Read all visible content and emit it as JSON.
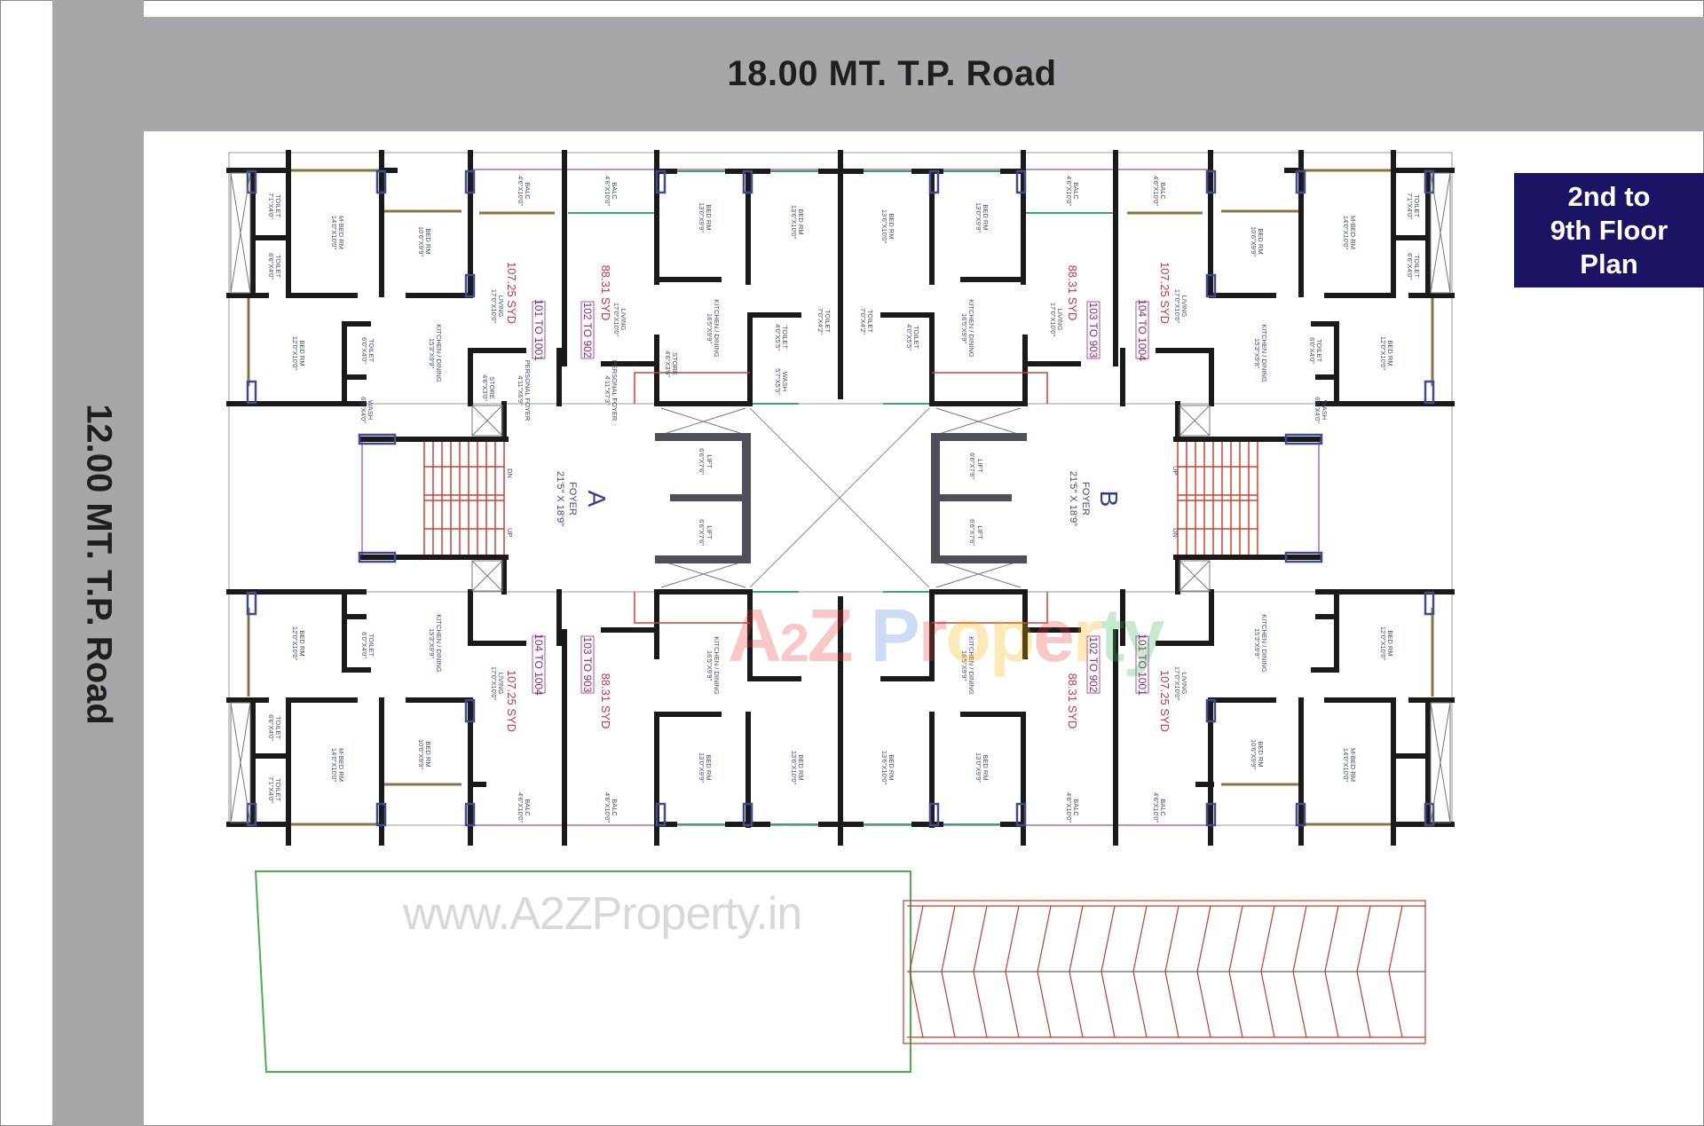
{
  "roads": {
    "top_label": "18.00 MT. T.P. Road",
    "left_label": "12.00 MT. T.P. Road",
    "color": "#a6a7aa"
  },
  "badge": {
    "line1": "2nd to",
    "line2": "9th Floor",
    "line3": "Plan",
    "color": "#1b1464"
  },
  "wings": {
    "a": {
      "letter": "A",
      "foyer_label": "FOYER",
      "foyer_size": "21'5\" X 18'9\""
    },
    "b": {
      "letter": "B",
      "foyer_label": "FOYER",
      "foyer_size": "21'5\" X 18'9\""
    }
  },
  "stairs": {
    "up": "UP",
    "down": "DN"
  },
  "lifts": {
    "label": "LIFT",
    "size": "6'6\"X7'6\""
  },
  "units": {
    "u101": {
      "range": "101 TO 1001",
      "area": "107.25 SYD"
    },
    "u102": {
      "range": "102 TO 902",
      "area": "88.31 SYD"
    },
    "u103": {
      "range": "103 TO 903",
      "area": "88.31 SYD"
    },
    "u104": {
      "range": "104 TO 1004",
      "area": "107.25 SYD"
    }
  },
  "rooms": {
    "mbed": {
      "name": "M-BED RM",
      "size": "14'0\"X10'0\""
    },
    "bed_a": {
      "name": "BED RM",
      "size": "10'6\"X9'9\""
    },
    "bed_b": {
      "name": "BED RM",
      "size": "12'0\"X10'0\""
    },
    "bed_c": {
      "name": "BED RM",
      "size": "13'0\"X9'9\""
    },
    "bed_d": {
      "name": "BED RM",
      "size": "13'6\"X10'0\""
    },
    "toilet_a": {
      "name": "TOILET",
      "size": "7'1\"X4'0\""
    },
    "toilet_b": {
      "name": "TOILET",
      "size": "6'6\"X4'0\""
    },
    "toilet_c": {
      "name": "TOILET",
      "size": "6'0\"X4'0\""
    },
    "toilet_d": {
      "name": "TOILET",
      "size": "4'0\"X5'5\""
    },
    "toilet_e": {
      "name": "TOILET",
      "size": "7'0\"X4'2\""
    },
    "kitchen_a": {
      "name": "KITCHEN / DINING",
      "size": "15'3\"X9'9\""
    },
    "kitchen_b": {
      "name": "KITCHEN / DINING",
      "size": "16'5\"X9'9\""
    },
    "living_a": {
      "name": "LIVING",
      "size": "17'0\"X10'0\""
    },
    "store_a": {
      "name": "STORE",
      "size": "4'6\"X3'6\""
    },
    "store_b": {
      "name": "STORE",
      "size": "4'6\"X3'0\""
    },
    "wash_a": {
      "name": "WASH",
      "size": "6'5\"X4'0\""
    },
    "wash_b": {
      "name": "WASH",
      "size": "5'7\"X5'5\""
    },
    "balc": {
      "name": "BALC",
      "size": "4'6\"X10'0\""
    },
    "pfoyer_a": {
      "name": "PERSONAL FOYER",
      "size": "4'11\"X6'9\""
    },
    "pfoyer_b": {
      "name": "PERSONAL FOYER",
      "size": "4'11\"X7'3\""
    }
  },
  "watermarks": {
    "url": "www.A2ZProperty.in",
    "logo": [
      "A",
      "2",
      "Z",
      " ",
      "P",
      "r",
      "o",
      "p",
      "e",
      "r",
      "t",
      "y"
    ],
    "logo_colors": [
      "#e8383d",
      "#e8383d",
      "#e8383d",
      "#ffffff",
      "#4a7fe0",
      "#e8383d",
      "#f5b400",
      "#f5b400",
      "#e8383d",
      "#f5b400",
      "#3bb15e",
      "#3bb15e"
    ]
  },
  "colors": {
    "wall": "#1a1a1a",
    "column": "#3f4a8f",
    "stair": "#d1412f",
    "parking": "#49b04e",
    "ramp": "#c73a2e",
    "lift_core": "#4d5058",
    "balcony_rail": "#c48fc1",
    "window": "#8a7445",
    "glass": "#3aa57a"
  }
}
